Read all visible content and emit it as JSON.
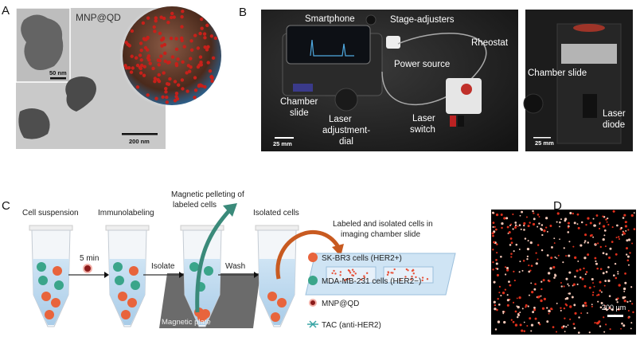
{
  "panels": {
    "a": "A",
    "b": "B",
    "c": "C",
    "d": "D"
  },
  "panel_a": {
    "title": "MNP@QD",
    "inset_scale": "50 nm",
    "main_scale": "200 nm"
  },
  "panel_b": {
    "left_photo": {
      "smartphone": "Smartphone",
      "stage_adjusters": "Stage-adjusters",
      "rheostat": "Rheostat",
      "power_source": "Power source",
      "chamber_slide": [
        "Chamber",
        "slide"
      ],
      "laser_dial": [
        "Laser",
        "adjustment-",
        "dial"
      ],
      "laser_switch": [
        "Laser",
        "switch"
      ],
      "scale": "25 mm"
    },
    "right_photo": {
      "chamber_slide": "Chamber slide",
      "laser_diode": [
        "Laser",
        "diode"
      ],
      "scale": "25 mm"
    }
  },
  "panel_c": {
    "steps": [
      "Cell suspension",
      "Immunolabeling",
      "Isolated cells"
    ],
    "pelleting": [
      "Magnetic pelleting of",
      "labeled cells"
    ],
    "slide_label": [
      "Labeled and isolated cells in",
      "imaging chamber slide"
    ],
    "time": "5 min",
    "isolate": "Isolate",
    "wash": "Wash",
    "plate": "Magnetic plate",
    "legend": [
      {
        "label": "SK-BR3 cells (HER2+)",
        "color": "#e8643c"
      },
      {
        "label": "MDA-MB-231 cells (HER2−)",
        "color": "#3aa58a"
      },
      {
        "label": "MNP@QD",
        "color": "#8b1a1a"
      },
      {
        "label": "TAC (anti-HER2)",
        "color": "#3aa5a5"
      }
    ]
  },
  "panel_d": {
    "scale": "200 µm"
  }
}
